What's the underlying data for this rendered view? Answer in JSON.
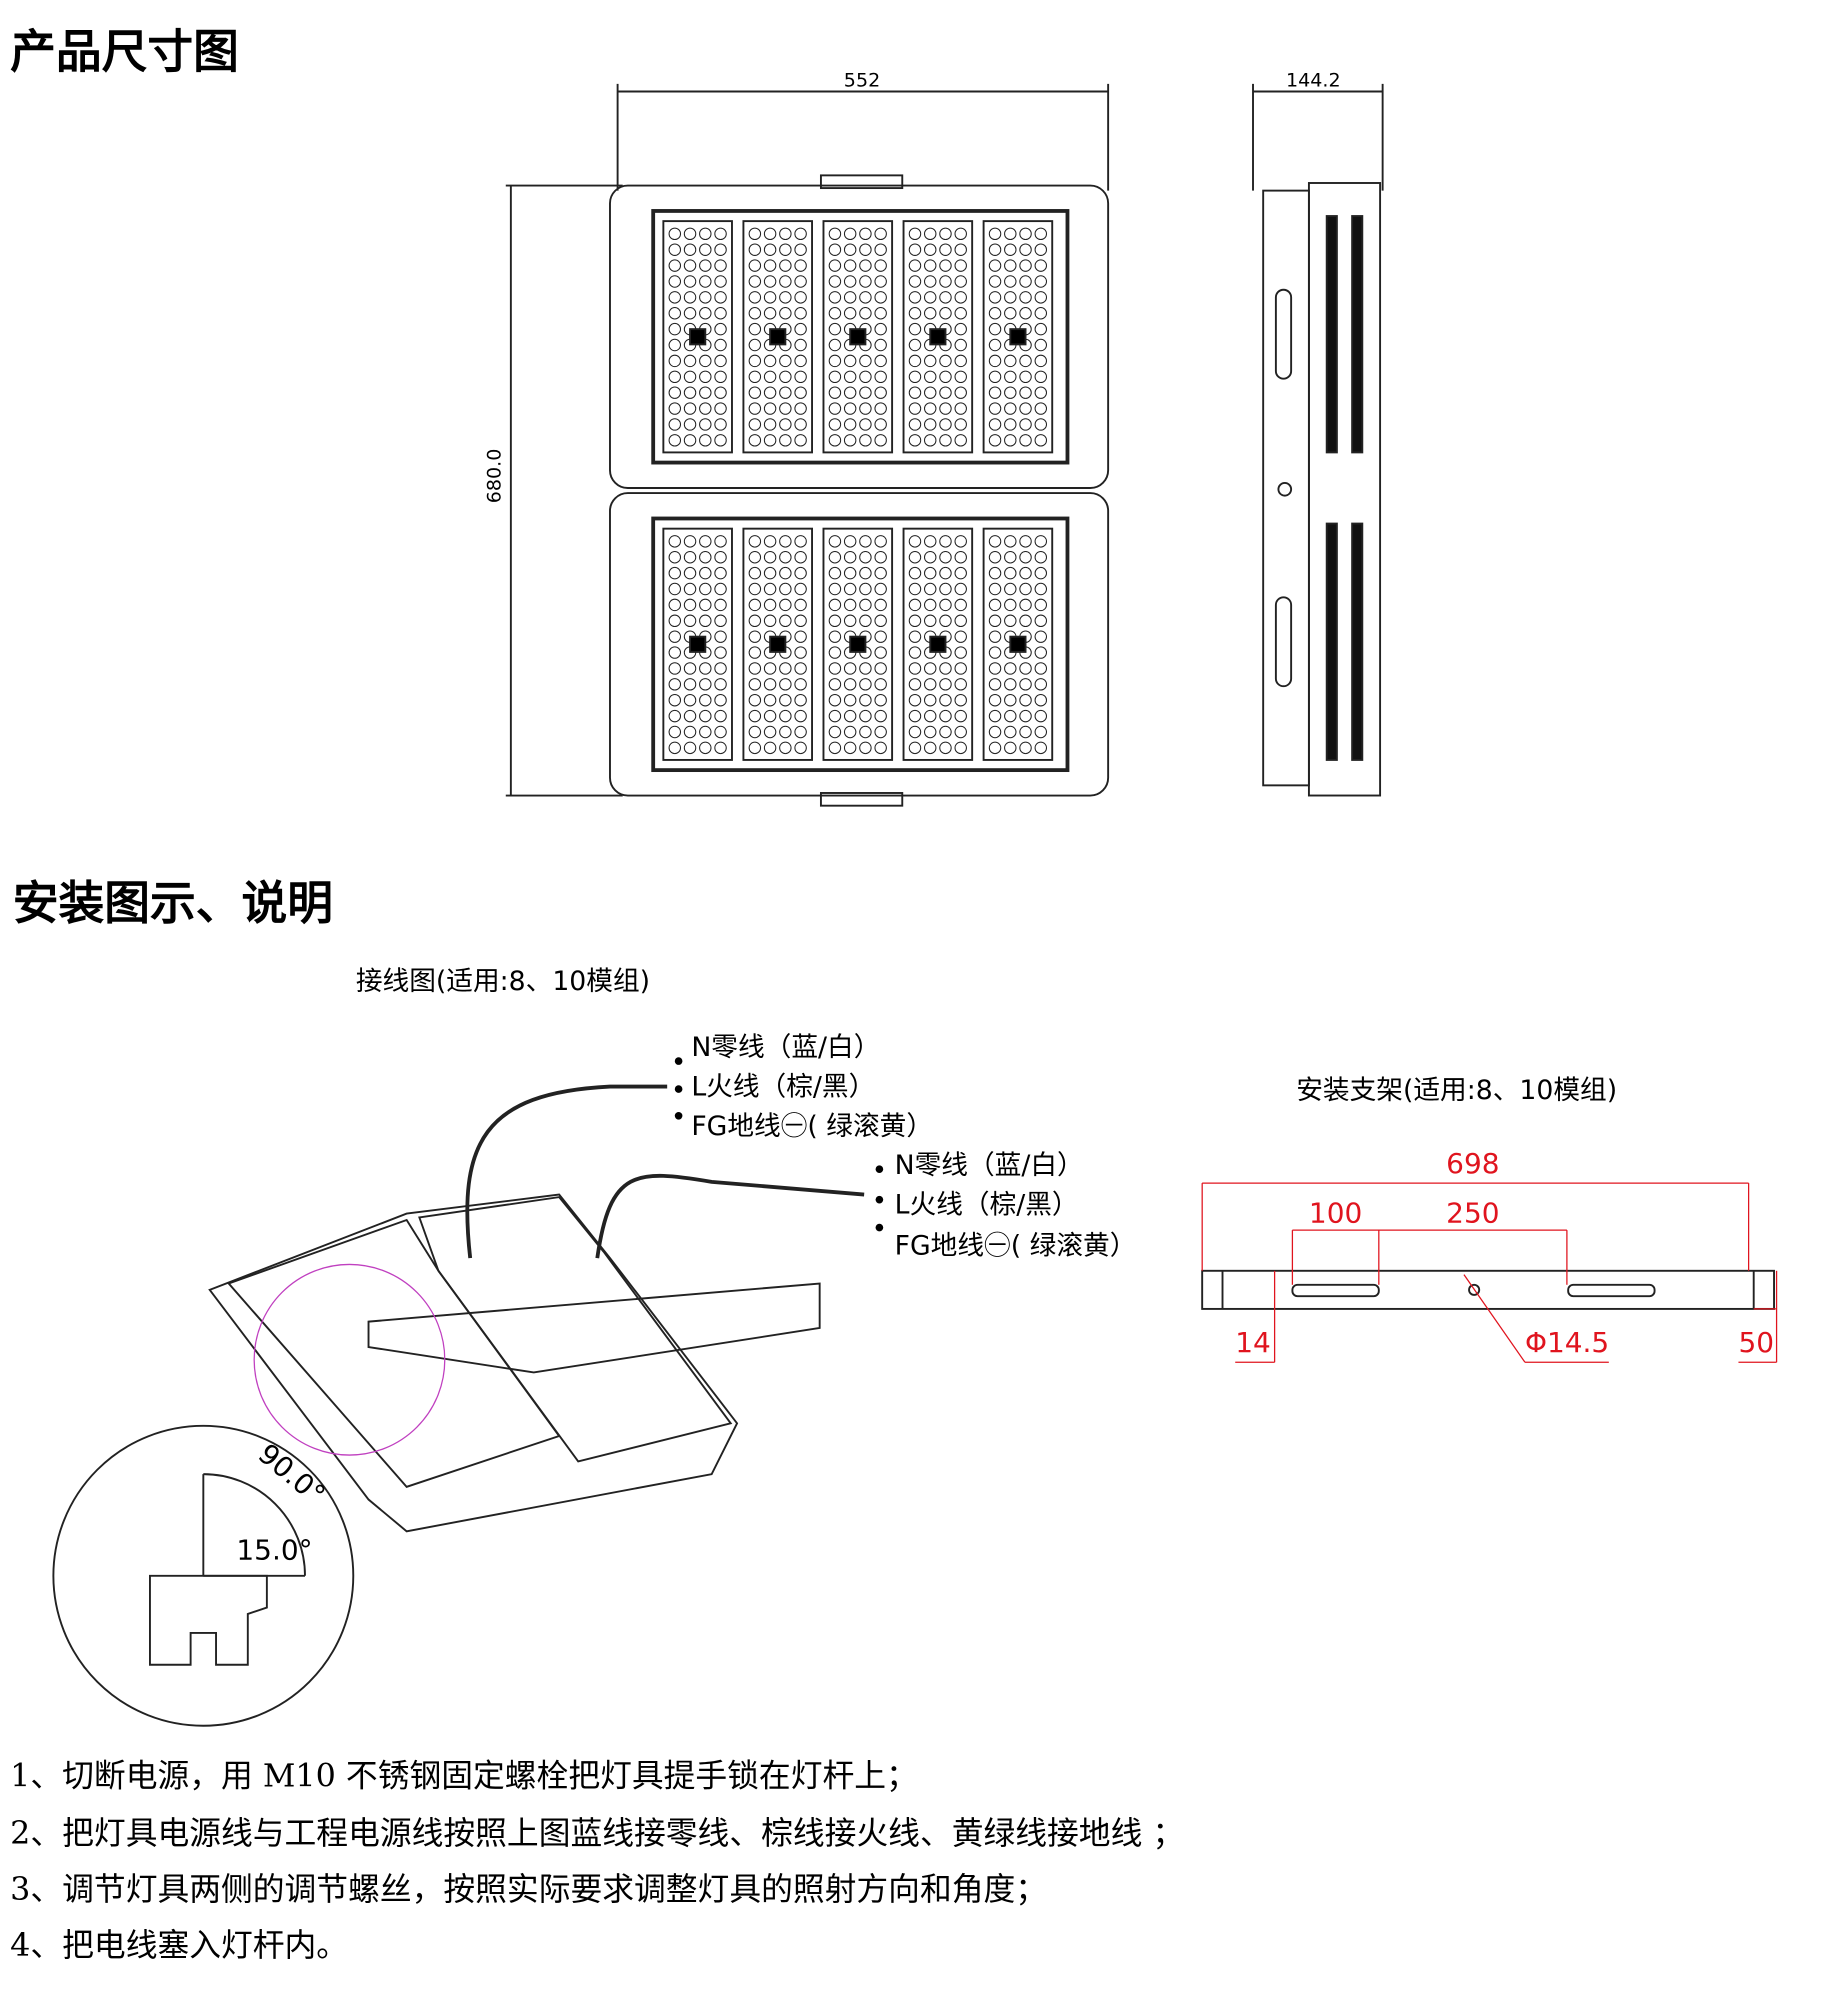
{
  "section1_title": "产品尺寸图",
  "front_view": {
    "width_dim": "552",
    "height_dim": "680.0"
  },
  "side_view": {
    "depth_dim": "144.2"
  },
  "section2_title": "安装图示、说明",
  "wiring": {
    "title": "接线图(适用:8、10模组)",
    "group1": [
      "N零线（蓝/白）",
      "L火线（棕/黑）",
      "FG地线㊀( 绿滚黄）"
    ],
    "group2": [
      "N零线（蓝/白）",
      "L火线（棕/黑）",
      "FG地线㊀( 绿滚黄）"
    ],
    "angle_large": "90.0°",
    "angle_small": "15.0°"
  },
  "bracket": {
    "title": "安装支架(适用:8、10模组)",
    "total_length": "698",
    "slot_length": "100",
    "slot_spacing": "250",
    "edge_offset": "14",
    "hole_diameter": "Φ14.5",
    "height": "50",
    "dim_color": "#e0141e"
  },
  "instructions": [
    "1、切断电源，用 M10 不锈钢固定螺栓把灯具提手锁在灯杆上；",
    "2、把灯具电源线与工程电源线按照上图蓝线接零线、棕线接火线、黄绿线接地线 ；",
    "3、调节灯具两侧的调节螺丝，按照实际要求调整灯具的照射方向和角度；",
    "4、把电线塞入灯杆内。"
  ]
}
